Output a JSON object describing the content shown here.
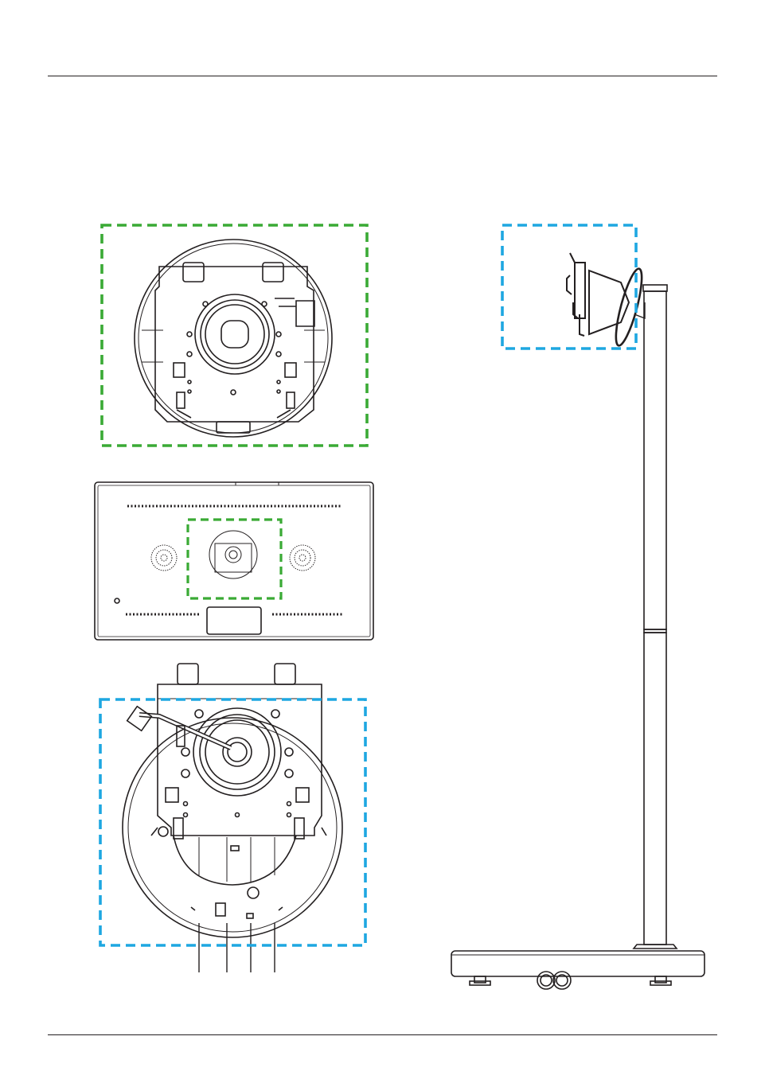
{
  "page": {
    "background": "#ffffff",
    "line_color": "#231f20"
  },
  "colors": {
    "green_callout": "#3aaa35",
    "blue_callout": "#1ea7e1",
    "drawing_stroke": "#231f20"
  },
  "figures": {
    "mount_plate_detail": {
      "callout": "green",
      "icon": "round-mount-plate-front"
    },
    "monitor_back": {
      "callout": "green",
      "icon": "monitor-rear-with-mount"
    },
    "mount_with_cable": {
      "callout": "blue",
      "icon": "mount-plate-with-cable"
    },
    "stand_side": {
      "callout": "blue",
      "icon": "floor-stand-side-view"
    }
  }
}
